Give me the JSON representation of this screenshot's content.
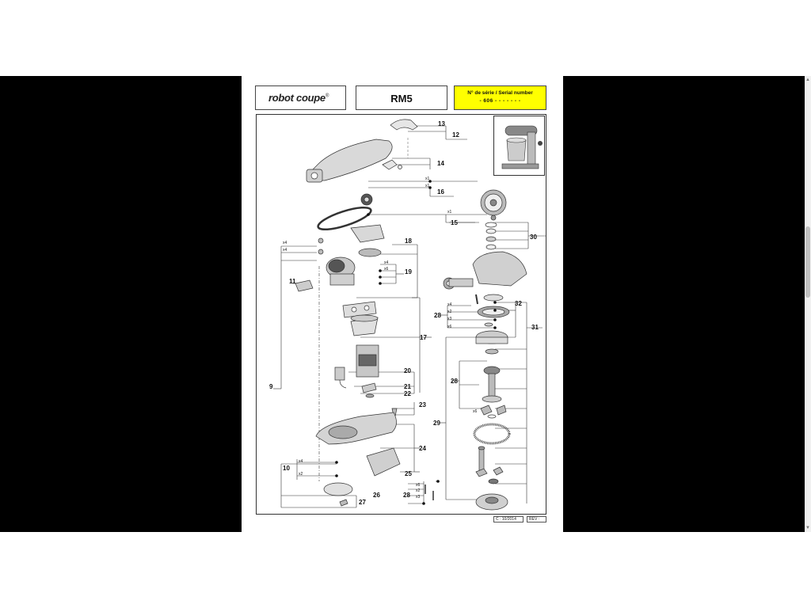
{
  "header": {
    "logo_text": "robot coupe",
    "logo_mark": "®",
    "model": "RM5",
    "serial_label": "N° de série / Serial number",
    "serial_value": "- 606 - - - - -    - -"
  },
  "footer": {
    "date": "C : 10/2014",
    "rev": "REV :"
  },
  "part_labels": [
    "13",
    "12",
    "14",
    "16",
    "15",
    "30",
    "18",
    "19",
    "11",
    "32",
    "31",
    "28",
    "17",
    "20",
    "21",
    "22",
    "9",
    "28",
    "23",
    "29",
    "24",
    "10",
    "25",
    "26",
    "27",
    "28"
  ],
  "quantity_labels": [
    "x1",
    "x1",
    "x1",
    "x4",
    "x4",
    "x4",
    "x6",
    "x4",
    "x2",
    "x3",
    "x6",
    "x6",
    "x4",
    "x2",
    "x6",
    "x2",
    "x3"
  ],
  "colors": {
    "highlight": "#ffff00",
    "frame": "#333333",
    "background_band": "#000000"
  }
}
